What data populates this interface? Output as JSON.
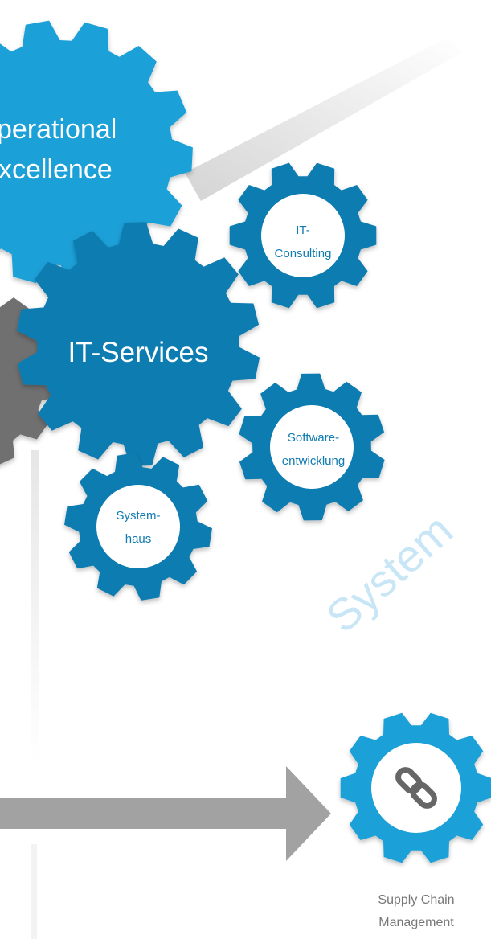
{
  "gears": {
    "operational_line1": "perational",
    "operational_line2": "xcellence",
    "it_services": "IT-Services",
    "it_consulting_line1": "IT-",
    "it_consulting_line2": "Consulting",
    "software_line1": "Software-",
    "software_line2": "entwicklung",
    "systemhaus_line1": "System-",
    "systemhaus_line2": "haus"
  },
  "watermark": "System",
  "supply_chain": {
    "label_line1": "Supply Chain",
    "label_line2": "Management",
    "icon": "chain-link-icon"
  },
  "colors": {
    "light_blue": "#1aa0d8",
    "dark_blue": "#117bb0",
    "gray_gear": "#6f6f6f",
    "arrow_gray": "#a2a2a2",
    "label_gray": "#777777"
  }
}
